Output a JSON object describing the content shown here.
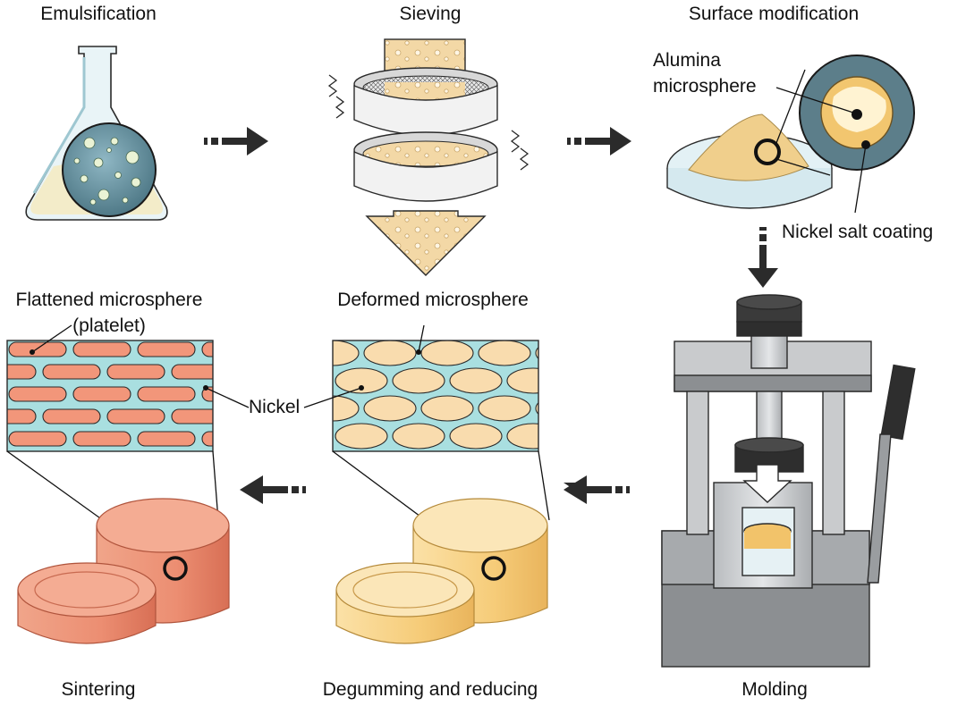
{
  "steps": {
    "emulsification": "Emulsification",
    "sieving": "Sieving",
    "surface_modification": "Surface modification",
    "molding": "Molding",
    "degumming": "Degumming and reducing",
    "sintering": "Sintering"
  },
  "labels": {
    "alumina_line1": "Alumina",
    "alumina_line2": "microsphere",
    "nickel_salt": "Nickel salt coating",
    "deformed": "Deformed microsphere",
    "flattened_line1": "Flattened microsphere",
    "flattened_line2": "(platelet)",
    "nickel": "Nickel"
  },
  "colors": {
    "salmon": "#f2967a",
    "salmon_dark": "#e07a5e",
    "sand": "#f6d79a",
    "sand_dark": "#f3c069",
    "matrix": "#a9dfe0",
    "glass": "#d9eef2",
    "press_grey": "#c9cbcd",
    "press_dark": "#8c8f92",
    "arrow": "#2b2b2b"
  }
}
